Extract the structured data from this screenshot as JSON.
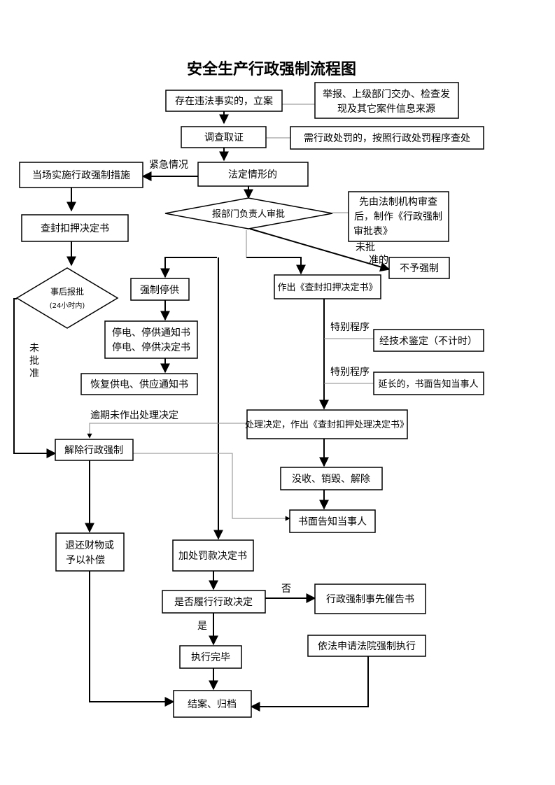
{
  "title": "安全生产行政强制流程图",
  "nodes": {
    "register_case": "存在违法事实的，立案",
    "case_source": [
      "举报、上级部门交办、检查发",
      "现及其它案件信息来源"
    ],
    "investigate": "调查取证",
    "penalty_note": "需行政处罚的，按照行政处罚程序查处",
    "onsite_measures": "当场实施行政强制措施",
    "statutory": "法定情形的",
    "dept_approval": "报部门负责人审批",
    "legal_review": [
      "先由法制机构审查",
      "后，制作《行政强制",
      "审批表》"
    ],
    "seal_decision": "查封扣押决定书",
    "post_approval": "事后报批",
    "post_approval_time": "(24小时内)",
    "no_enforce": "不予强制",
    "stop_supply": "强制停供",
    "issue_seal": "作出《查封扣押决定书》",
    "stop_supply_docs": [
      "停电、停供通知书",
      "停电、停供决定书"
    ],
    "restore_supply": "恢复供电、供应通知书",
    "tech_appraisal": "经技术鉴定（不计时）",
    "extension": "延长的，书面告知当事人",
    "handle_decision": "处理决定，作出《查封扣押处理决定书》",
    "lift_enforce": "解除行政强制",
    "confiscate": "没收、销毁、解除",
    "notify_party": "书面告知当事人",
    "return_property": [
      "退还财物或",
      "予以补偿"
    ],
    "fine_decision": "加处罚款决定书",
    "comply_check": "是否履行行政决定",
    "reminder": "行政强制事先催告书",
    "court_enforce": "依法申请法院强制执行",
    "executed": "执行完毕",
    "close_case": "结案、归档"
  },
  "labels": {
    "urgent": "紧急情况",
    "not_approved_diag": [
      "未批",
      "准的"
    ],
    "not_approved_vert": [
      "未",
      "批",
      "准"
    ],
    "special1": "特别程序",
    "special2": "特别程序",
    "overdue": "逾期未作出处理决定",
    "no": "否",
    "yes": "是"
  }
}
